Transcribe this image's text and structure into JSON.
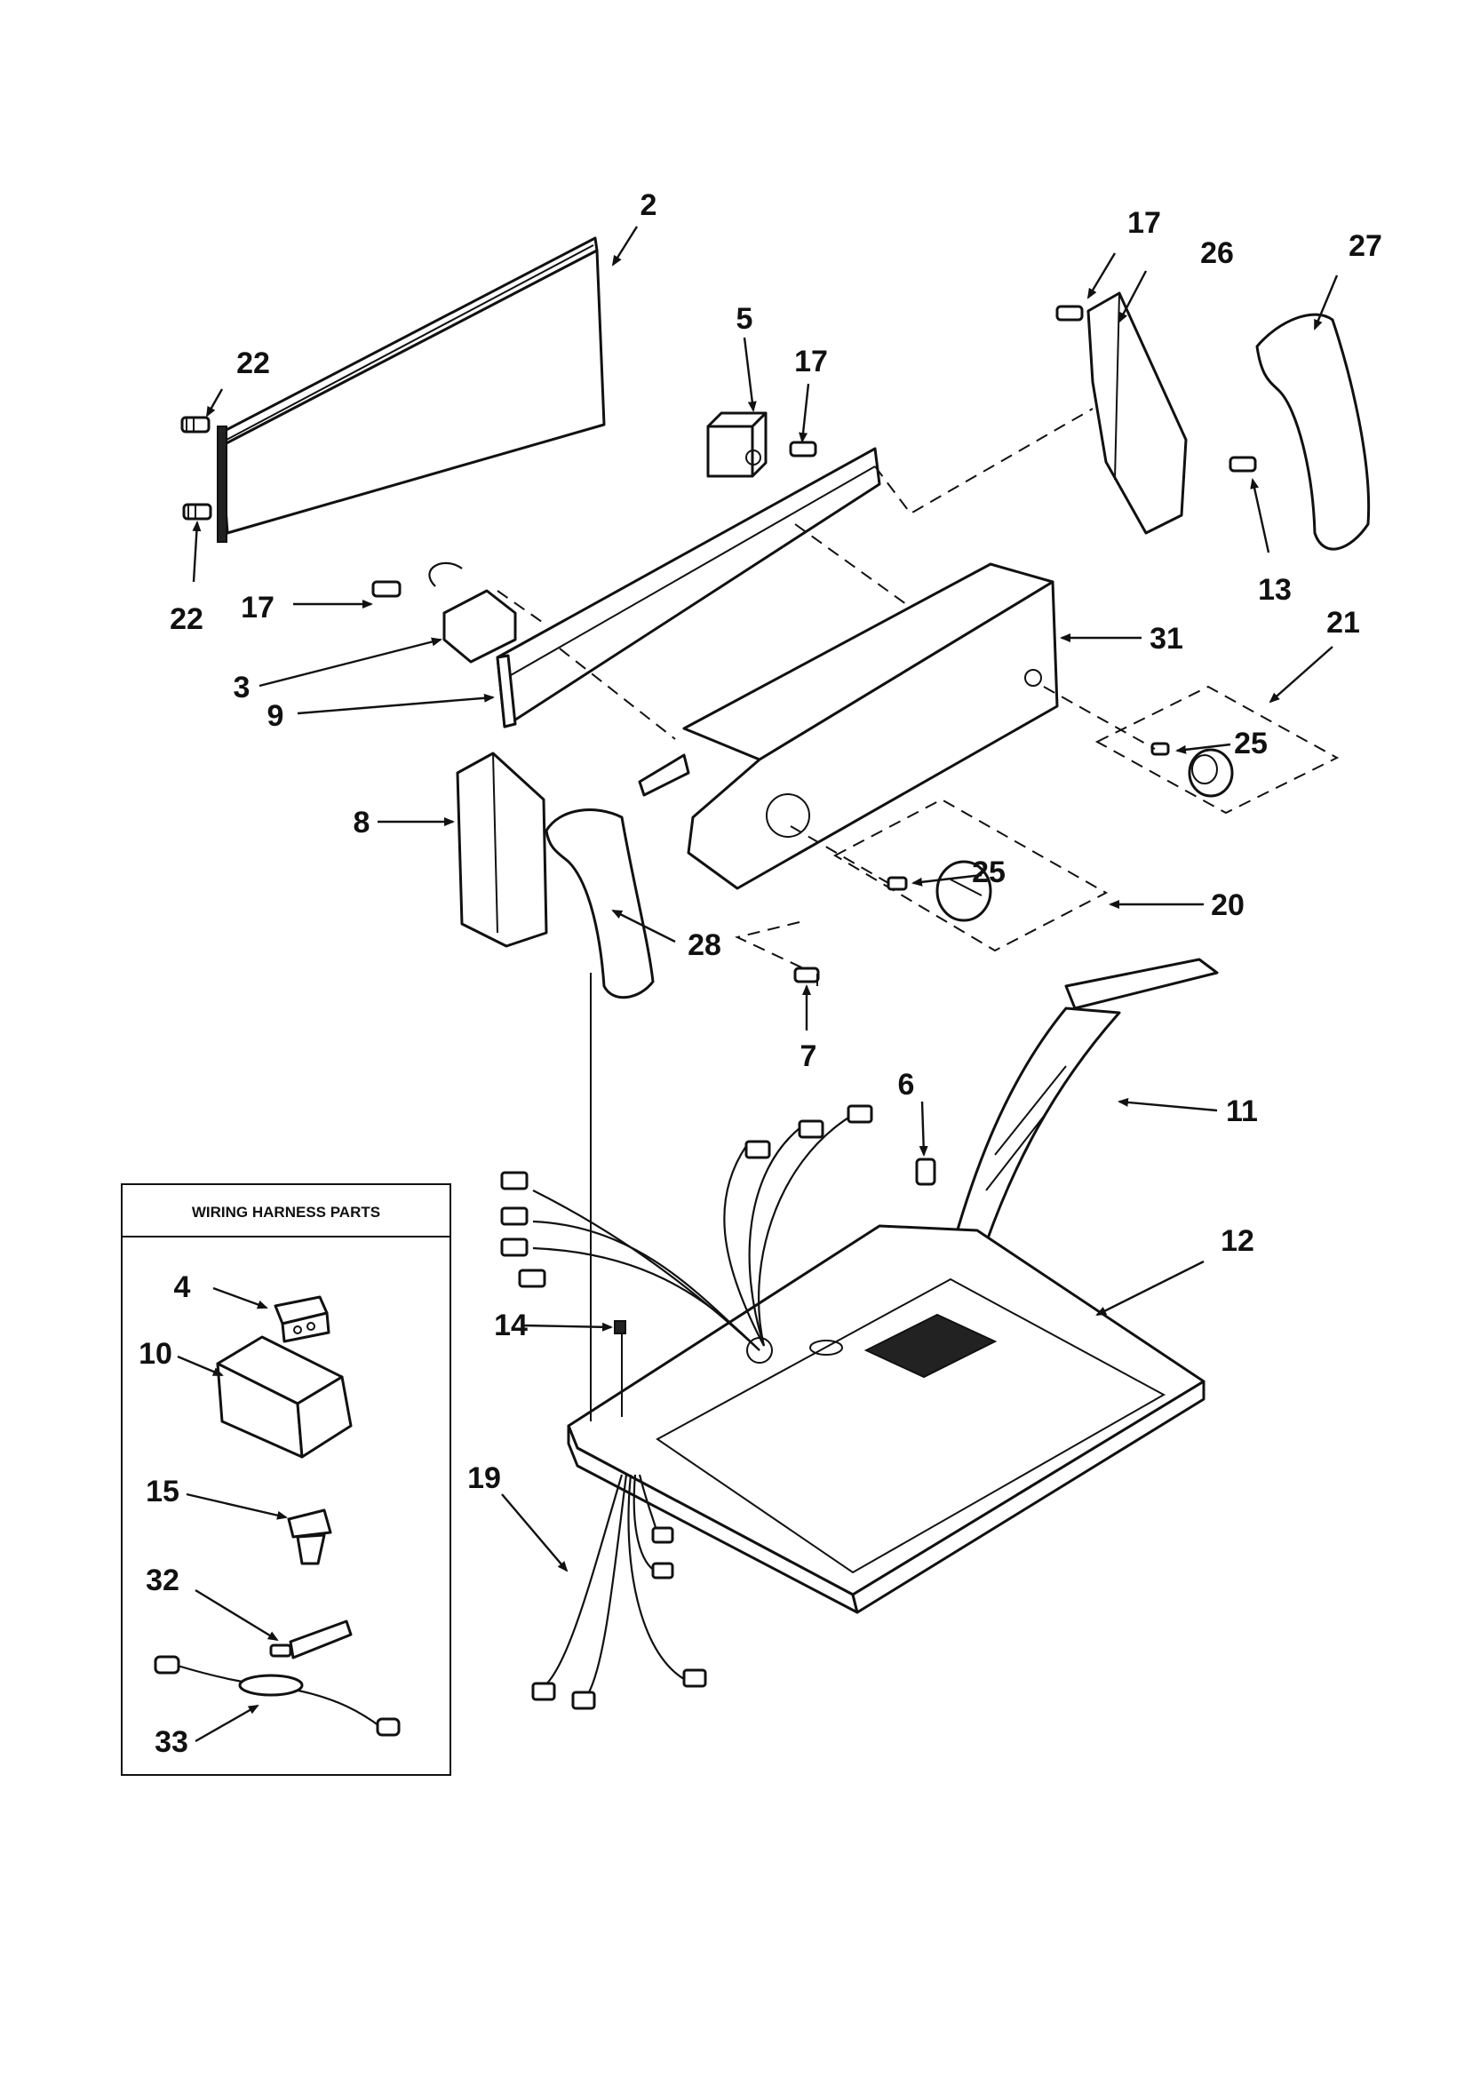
{
  "callouts": {
    "c2": "2",
    "c22a": "22",
    "c22b": "22",
    "c5": "5",
    "c17a": "17",
    "c17b": "17",
    "c17c": "17",
    "c26": "26",
    "c27": "27",
    "c13": "13",
    "c31": "31",
    "c21": "21",
    "c25a": "25",
    "c25b": "25",
    "c3": "3",
    "c9": "9",
    "c8": "8",
    "c28": "28",
    "c20": "20",
    "c7": "7",
    "c6": "6",
    "c11": "11",
    "c12": "12",
    "c14": "14",
    "c19": "19"
  },
  "legend": {
    "title": "WIRING HARNESS PARTS",
    "items": [
      "4",
      "10",
      "15",
      "32",
      "33"
    ]
  }
}
